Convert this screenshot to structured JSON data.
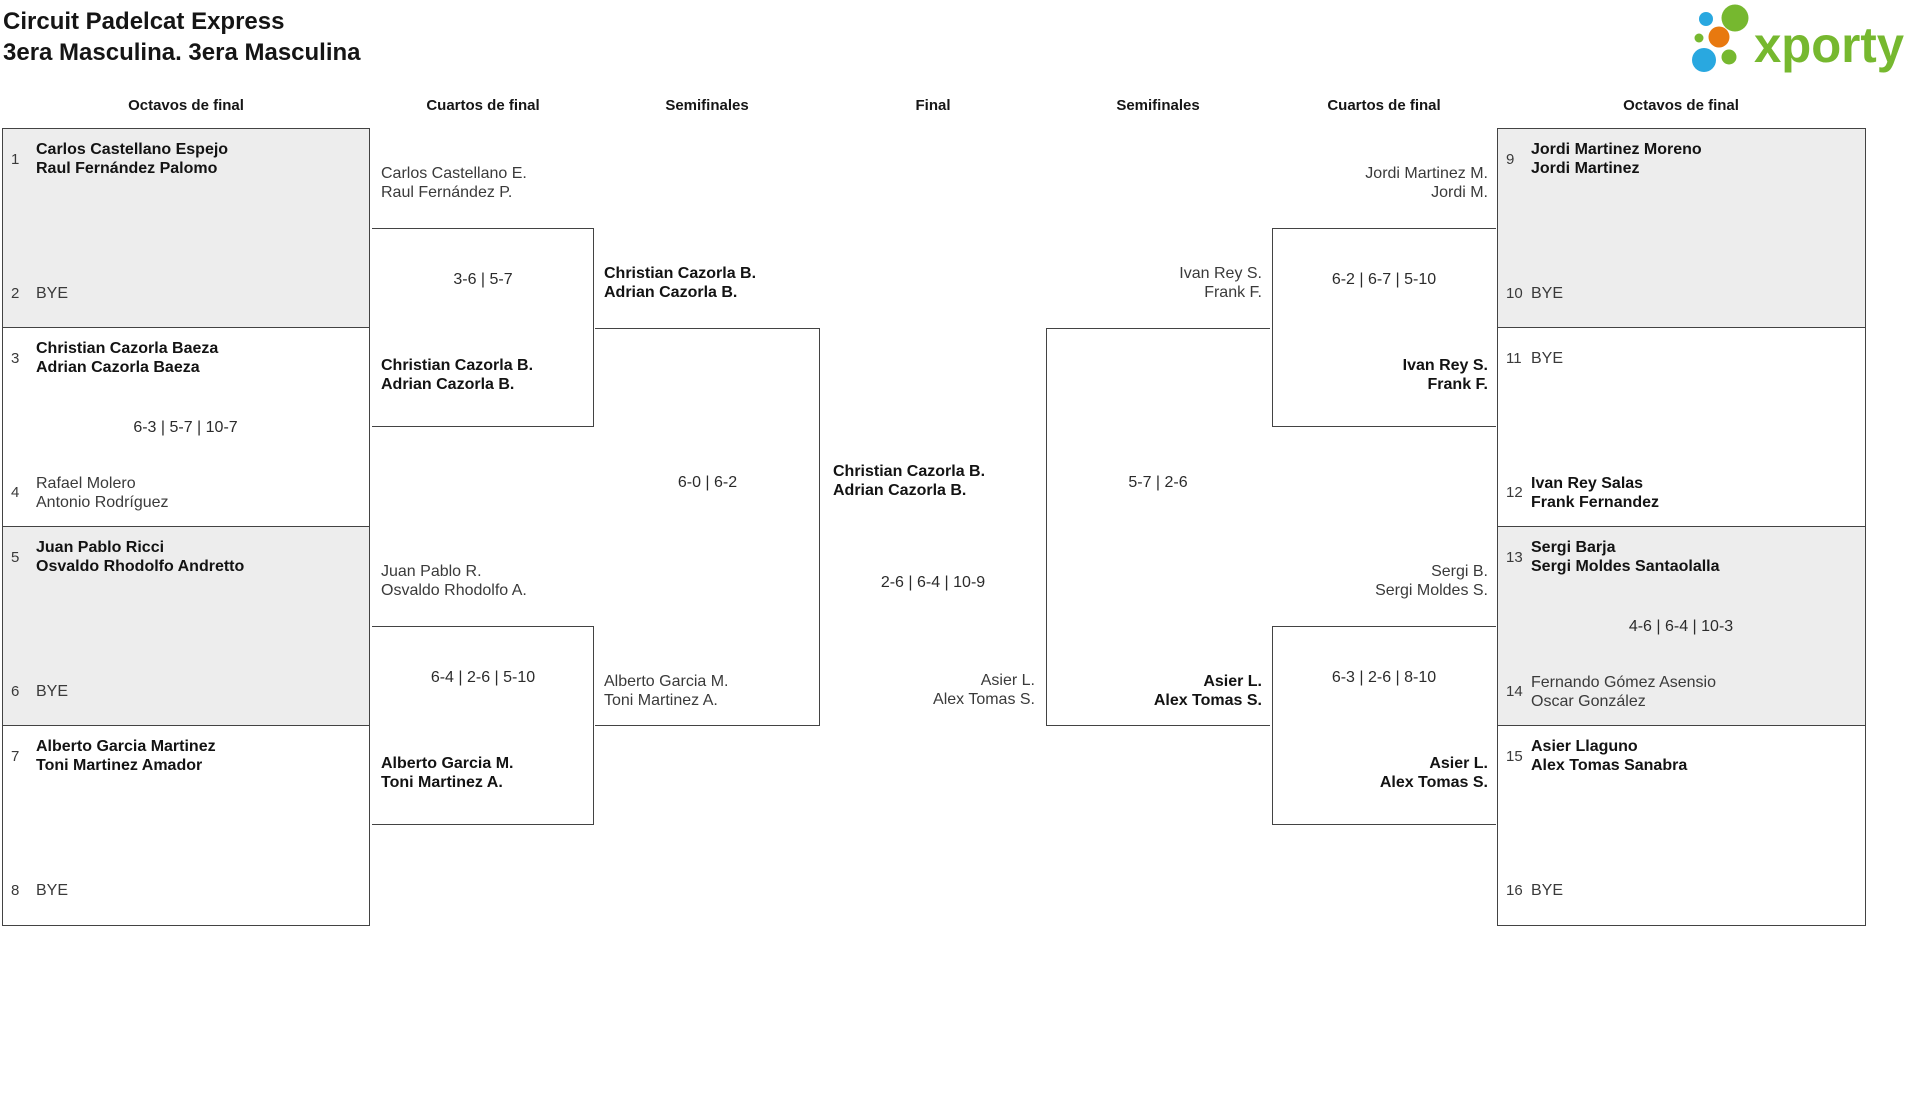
{
  "title": {
    "line1": "Circuit Padelcat Express",
    "line2": "3era Masculina. 3era Masculina"
  },
  "logo": {
    "text": "xporty",
    "text_color": "#76b82f",
    "dot_colors": {
      "green": "#76b82f",
      "blue": "#29a8e0",
      "orange": "#e8790f"
    }
  },
  "colors": {
    "box_fill": "#ededed",
    "box_border": "#434343"
  },
  "round_headers": [
    "Octavos de final",
    "Cuartos de final",
    "Semifinales",
    "Final",
    "Semifinales",
    "Cuartos de final",
    "Octavos de final"
  ],
  "octavos_left": [
    {
      "seed": "1",
      "names": [
        "Carlos Castellano Espejo",
        "Raul Fernández Palomo"
      ],
      "winner": true,
      "seed2": "2",
      "names2": [
        "BYE"
      ],
      "winner2": false,
      "score": ""
    },
    {
      "seed": "3",
      "names": [
        "Christian Cazorla Baeza",
        "Adrian Cazorla Baeza"
      ],
      "winner": true,
      "seed2": "4",
      "names2": [
        "Rafael Molero",
        "Antonio Rodríguez"
      ],
      "winner2": false,
      "score": "6-3 | 5-7 | 10-7"
    },
    {
      "seed": "5",
      "names": [
        "Juan Pablo Ricci",
        "Osvaldo Rhodolfo Andretto"
      ],
      "winner": true,
      "seed2": "6",
      "names2": [
        "BYE"
      ],
      "winner2": false,
      "score": ""
    },
    {
      "seed": "7",
      "names": [
        "Alberto Garcia Martinez",
        "Toni Martinez Amador"
      ],
      "winner": true,
      "seed2": "8",
      "names2": [
        "BYE"
      ],
      "winner2": false,
      "score": ""
    }
  ],
  "octavos_right": [
    {
      "seed": "9",
      "names": [
        "Jordi Martinez Moreno",
        "Jordi Martinez"
      ],
      "winner": true,
      "seed2": "10",
      "names2": [
        "BYE"
      ],
      "winner2": false,
      "score": ""
    },
    {
      "seed": "11",
      "names": [
        "BYE"
      ],
      "winner": false,
      "seed2": "12",
      "names2": [
        "Ivan Rey Salas",
        "Frank Fernandez"
      ],
      "winner2": true,
      "score": ""
    },
    {
      "seed": "13",
      "names": [
        "Sergi Barja",
        "Sergi Moldes Santaolalla"
      ],
      "winner": true,
      "seed2": "14",
      "names2": [
        "Fernando Gómez Asensio",
        "Oscar González"
      ],
      "winner2": false,
      "score": "4-6 | 6-4 | 10-3"
    },
    {
      "seed": "15",
      "names": [
        "Asier Llaguno",
        "Alex Tomas Sanabra"
      ],
      "winner": true,
      "seed2": "16",
      "names2": [
        "BYE"
      ],
      "winner2": false,
      "score": ""
    }
  ],
  "cuartos_left": [
    {
      "top": [
        "Carlos Castellano E.",
        "Raul Fernández P."
      ],
      "top_winner": false,
      "score": "3-6 | 5-7",
      "bottom": [
        "Christian Cazorla B.",
        "Adrian Cazorla B."
      ],
      "bottom_winner": true
    },
    {
      "top": [
        "Juan Pablo R.",
        "Osvaldo Rhodolfo A."
      ],
      "top_winner": false,
      "score": "6-4 | 2-6 | 5-10",
      "bottom": [
        "Alberto Garcia M.",
        "Toni Martinez A."
      ],
      "bottom_winner": true
    }
  ],
  "cuartos_right": [
    {
      "top": [
        "Jordi Martinez M.",
        "Jordi M."
      ],
      "top_winner": false,
      "score": "6-2 | 6-7 | 5-10",
      "bottom": [
        "Ivan Rey S.",
        "Frank F."
      ],
      "bottom_winner": true
    },
    {
      "top": [
        "Sergi B.",
        "Sergi Moldes S."
      ],
      "top_winner": false,
      "score": "6-3 | 2-6 | 8-10",
      "bottom": [
        "Asier L.",
        "Alex Tomas S."
      ],
      "bottom_winner": true
    }
  ],
  "semi_left": {
    "top": [
      "Christian Cazorla B.",
      "Adrian Cazorla B."
    ],
    "top_winner": true,
    "score": "6-0 | 6-2",
    "bottom": [
      "Alberto Garcia M.",
      "Toni Martinez A."
    ],
    "bottom_winner": false
  },
  "semi_right": {
    "top": [
      "Ivan Rey S.",
      "Frank F."
    ],
    "top_winner": false,
    "score": "5-7 | 2-6",
    "bottom": [
      "Asier L.",
      "Alex Tomas S."
    ],
    "bottom_winner": true
  },
  "final": {
    "top": [
      "Christian Cazorla B.",
      "Adrian Cazorla B."
    ],
    "top_winner": true,
    "score": "2-6 | 6-4 | 10-9",
    "bottom": [
      "Asier L.",
      "Alex Tomas S."
    ],
    "bottom_winner": false
  }
}
